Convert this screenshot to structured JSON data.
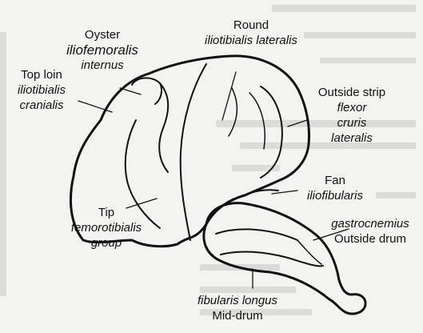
{
  "labels": {
    "oyster": {
      "common": "Oyster",
      "latin_1": "iliofemoralis",
      "latin_2": "internus"
    },
    "round": {
      "common": "Round",
      "latin": "iliotibialis lateralis"
    },
    "top_loin": {
      "common": "Top loin",
      "latin_1": "iliotibialis",
      "latin_2": "cranialis"
    },
    "outside_strip": {
      "common": "Outside strip",
      "latin_1": "flexor",
      "latin_2": "cruris",
      "latin_3": "lateralis"
    },
    "fan": {
      "common": "Fan",
      "latin": "iliofibularis"
    },
    "tip": {
      "common": "Tip",
      "latin_1": "femorotibialis",
      "latin_2": "group"
    },
    "outside_drum": {
      "latin": "gastrocnemius",
      "common": "Outside drum"
    },
    "mid_drum": {
      "latin": "fibularis longus",
      "common": "Mid-drum"
    }
  },
  "colors": {
    "ink": "#111111",
    "paper": "#f3f3f1",
    "bleed": "#b9b9b9"
  }
}
